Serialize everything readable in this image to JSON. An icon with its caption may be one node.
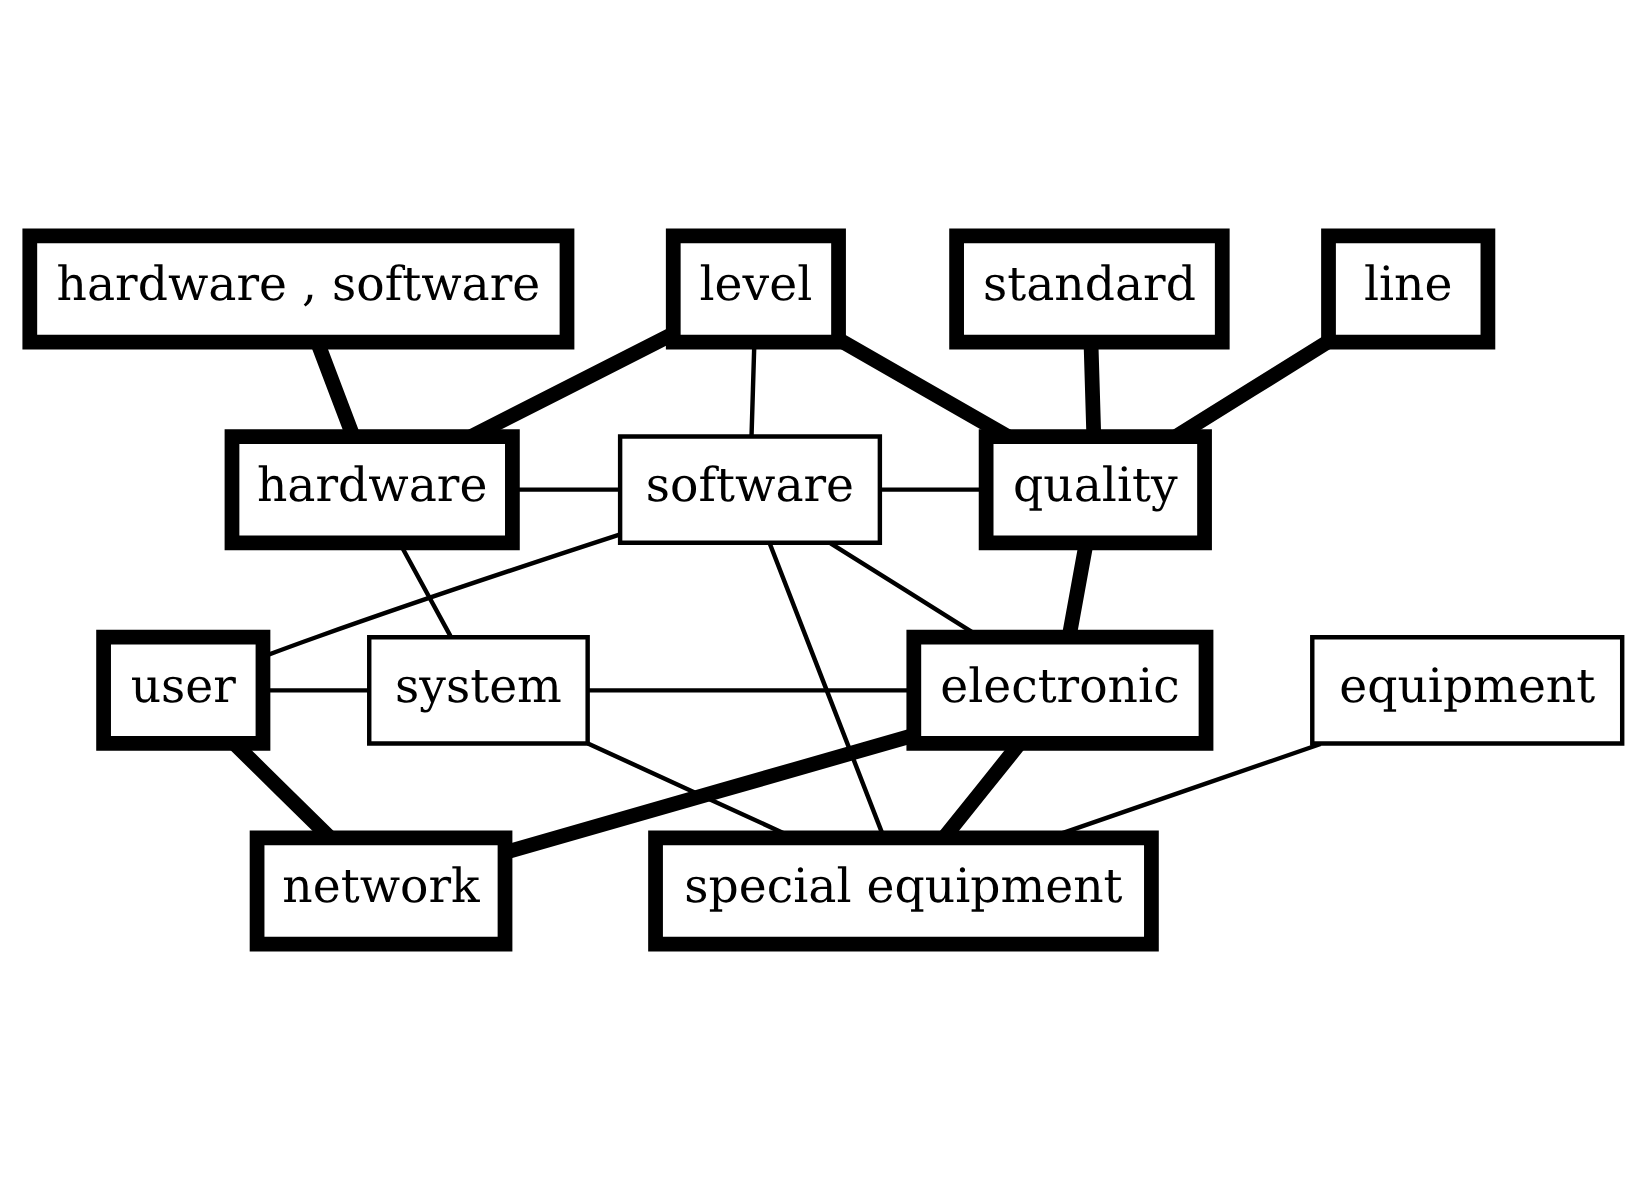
{
  "diagram": {
    "nodes": [
      {
        "text": [
          "level"
        ]
      },
      {
        "text": [
          "hardware , software"
        ]
      },
      {
        "text": [
          "standard"
        ]
      },
      {
        "text": [
          "line"
        ]
      },
      {
        "text": [
          "hardware"
        ]
      },
      {
        "text": [
          "software"
        ]
      },
      {
        "text": [
          "quality"
        ]
      },
      {
        "text": [
          "user"
        ]
      },
      {
        "text": [
          "system"
        ]
      },
      {
        "text": [
          "electronic"
        ]
      },
      {
        "text": [
          "equipment"
        ]
      },
      {
        "text": [
          "network"
        ]
      },
      {
        "text": [
          "special equipment"
        ]
      }
    ],
    "edges": [
      {
        "from": 1,
        "to": 4,
        "arrow": "none",
        "style": "thick"
      },
      {
        "from": 0,
        "to": 4,
        "arrow": "none",
        "style": "thick"
      },
      {
        "from": 0,
        "to": 5,
        "arrow": "none"
      },
      {
        "from": 0,
        "to": 6,
        "arrow": "none",
        "style": "thick"
      },
      {
        "from": 2,
        "to": 6,
        "arrow": "none",
        "style": "thick"
      },
      {
        "from": 3,
        "to": 6,
        "arrow": "none",
        "style": "thick"
      },
      {
        "from": 4,
        "to": 5,
        "arrow": "none"
      },
      {
        "from": 5,
        "to": 6,
        "arrow": "none"
      },
      {
        "from": 4,
        "to": 8,
        "arrow": "none"
      },
      {
        "from": 5,
        "to": 7,
        "arrow": "none"
      },
      {
        "from": 5,
        "to": 9,
        "arrow": "none"
      },
      {
        "from": 5,
        "to": 12,
        "arrow": "none"
      },
      {
        "from": 6,
        "to": 9,
        "arrow": "none",
        "style": "thick"
      },
      {
        "from": 7,
        "to": 8,
        "arrow": "none"
      },
      {
        "from": 7,
        "to": 11,
        "arrow": "none",
        "style": "thick"
      },
      {
        "from": 8,
        "to": 9,
        "arrow": "none"
      },
      {
        "from": 8,
        "to": 12,
        "arrow": "none"
      },
      {
        "from": 9,
        "to": 11,
        "arrow": "none",
        "style": "thick"
      },
      {
        "from": 9,
        "to": 12,
        "arrow": "none",
        "style": "thick"
      },
      {
        "from": 10,
        "to": 12,
        "arrow": "none"
      }
    ]
  }
}
